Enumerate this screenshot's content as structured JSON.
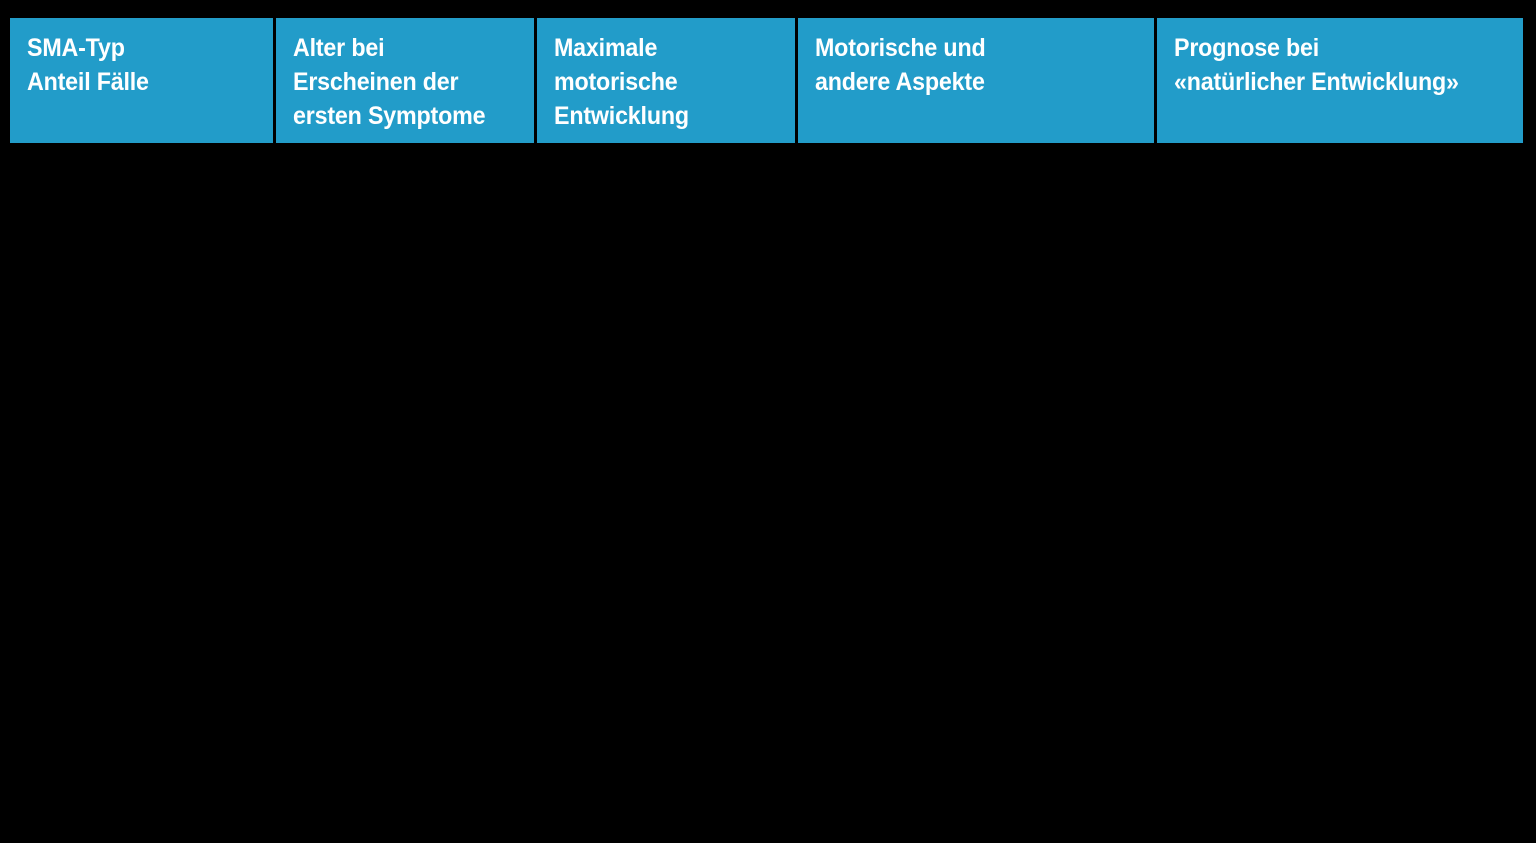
{
  "table": {
    "accent_color": "#229CC9",
    "background_color": "#000000",
    "header_text_color": "#FFFFFF",
    "columns": [
      {
        "id": "sma-typ",
        "lines": [
          "SMA-Typ",
          "Anteil Fälle"
        ]
      },
      {
        "id": "alter-bei-erscheinen",
        "lines": [
          "Alter bei",
          "Erscheinen der",
          "ersten Symptome"
        ]
      },
      {
        "id": "maximale-motorische-entwicklung",
        "lines": [
          "Maximale",
          "motorische",
          "Entwicklung"
        ]
      },
      {
        "id": "motorische-und-andere-aspekte",
        "lines": [
          "Motorische und",
          "andere Aspekte"
        ]
      },
      {
        "id": "prognose",
        "lines": [
          "Prognose bei",
          "«natürlicher Entwicklung»"
        ]
      }
    ],
    "rows": []
  }
}
